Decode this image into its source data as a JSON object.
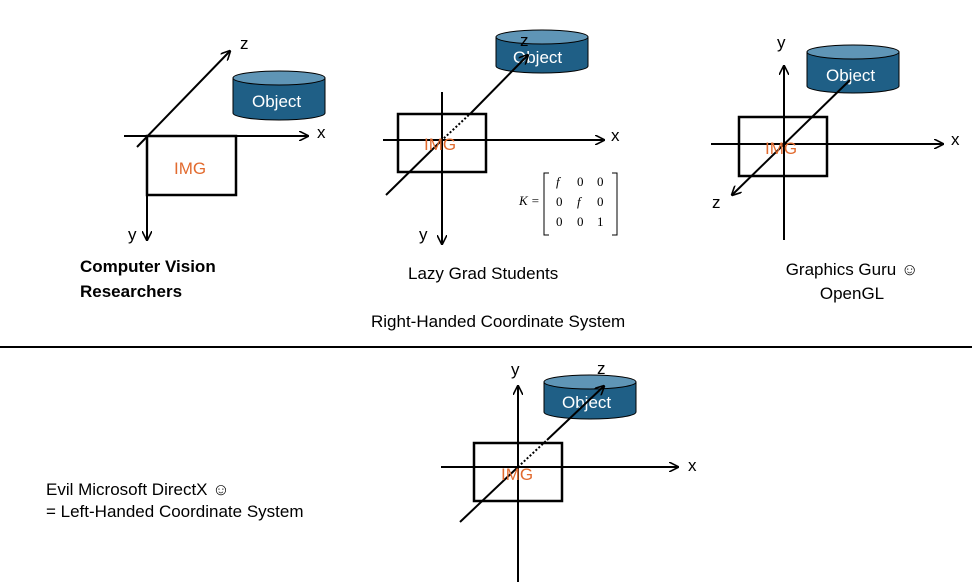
{
  "colors": {
    "object_body": "#1f5f86",
    "object_top": "#5f95b6",
    "img_text": "#e26b2f",
    "line": "#000000"
  },
  "labels": {
    "axis_x": "x",
    "axis_y": "y",
    "axis_z": "z",
    "img": "IMG",
    "object": "Object",
    "matrix_k": "K ="
  },
  "matrix": {
    "row1": [
      "f",
      "0",
      "0"
    ],
    "row2": [
      "0",
      "f",
      "0"
    ],
    "row3": [
      "0",
      "0",
      "1"
    ]
  },
  "captions": {
    "cv_line1": "Computer Vision",
    "cv_line2": "Researchers",
    "lazy": "Lazy Grad Students",
    "graphics_line1": "Graphics Guru ☺",
    "graphics_line2": "OpenGL",
    "right_handed": "Right-Handed Coordinate System",
    "directx_line1": "Evil Microsoft DirectX ☺",
    "directx_line2": "= Left-Handed Coordinate System"
  }
}
